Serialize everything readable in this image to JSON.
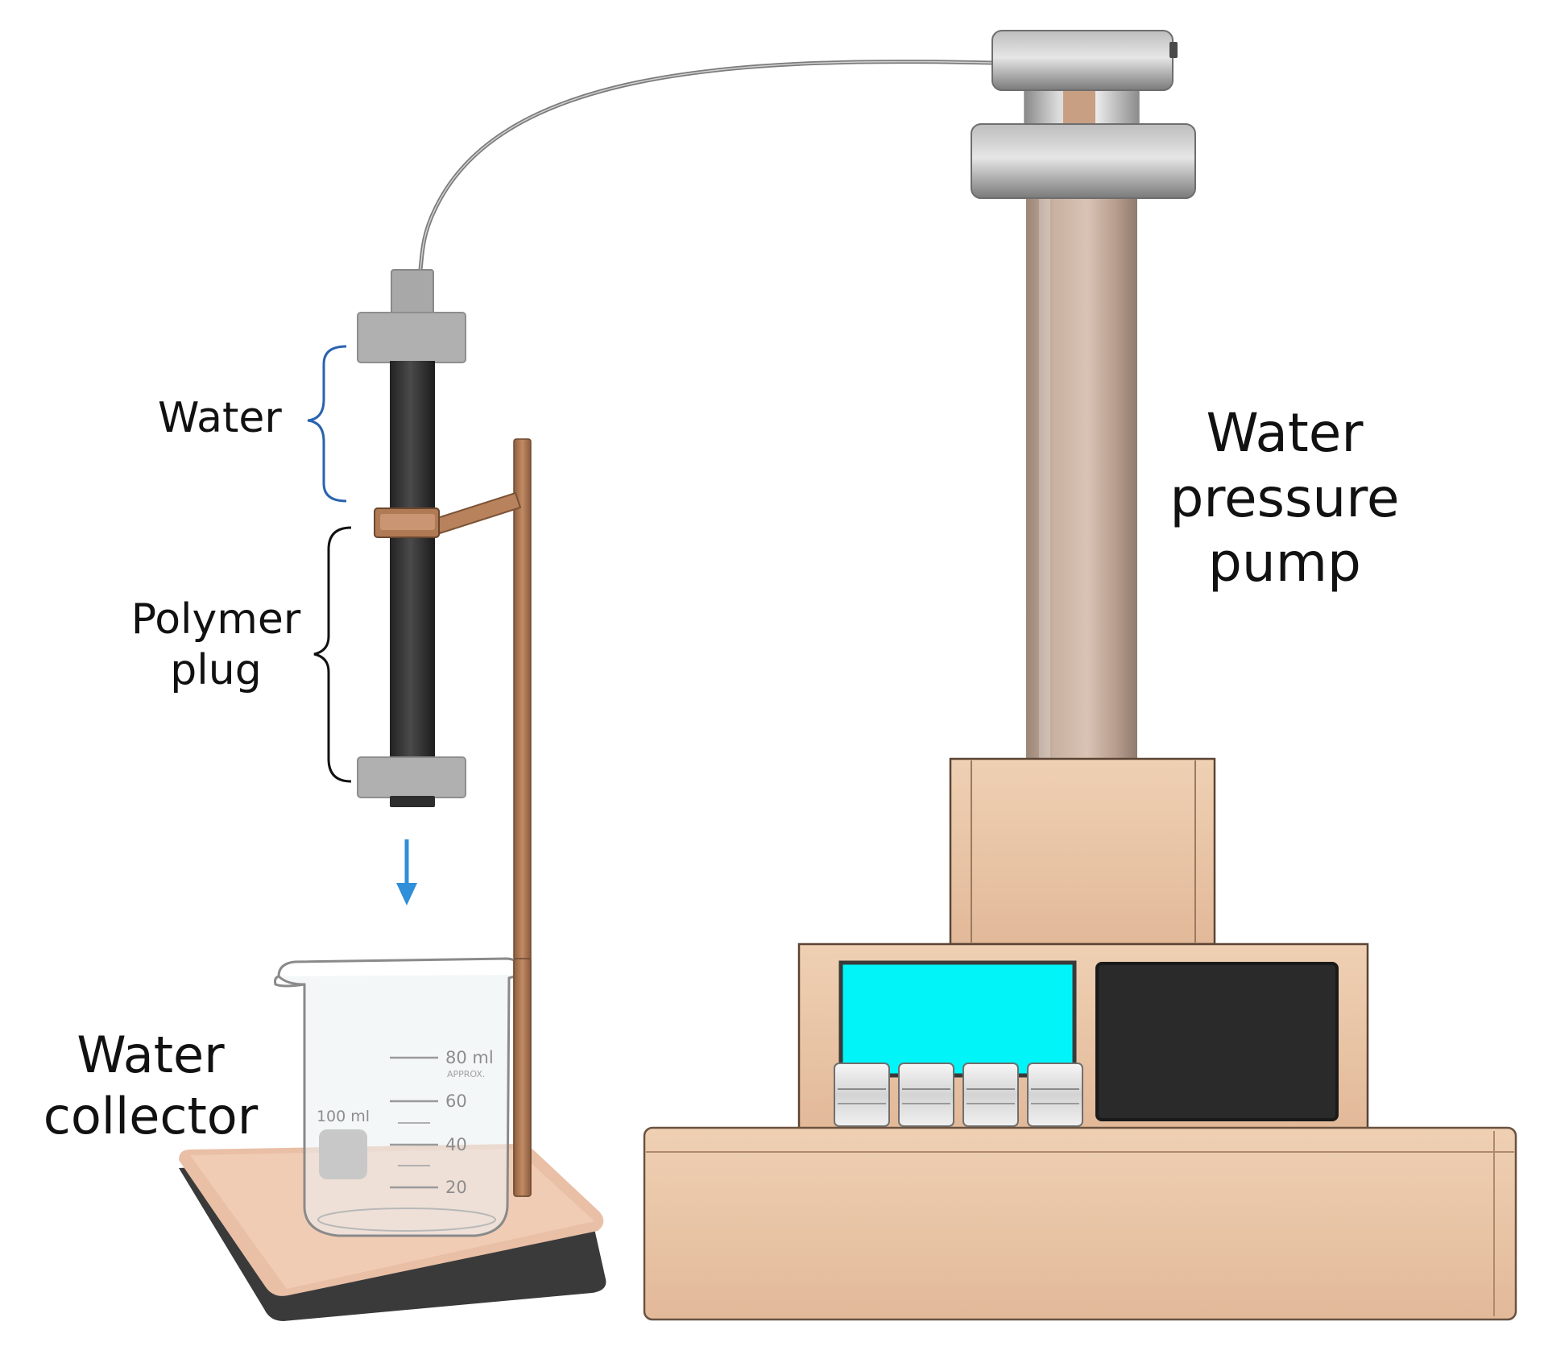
{
  "labels": {
    "water_section": "Water",
    "polymer_plug_line1": "Polymer",
    "polymer_plug_line2": "plug",
    "water_collector_line1": "Water",
    "water_collector_line2": "collector",
    "pump_line1": "Water",
    "pump_line2": "pressure",
    "pump_line3": "pump"
  },
  "beaker": {
    "capacity": "100 ml",
    "top_mark": "80 ml",
    "brand": "APPROX.",
    "marks": [
      "60",
      "40",
      "20"
    ]
  },
  "colors": {
    "bracket_water": "#2a63b0",
    "bracket_plug": "#111111",
    "flow_arrow": "#2f8fd8",
    "pump_body": "#e8c4a4",
    "pump_screen": "#00f4f8",
    "display_dark": "#2a2a2a",
    "column": "#2f2f2f",
    "stand_rod": "#b07a55"
  },
  "icons": [
    "flow-arrow-down-icon",
    "water-bracket-icon",
    "plug-bracket-icon"
  ]
}
